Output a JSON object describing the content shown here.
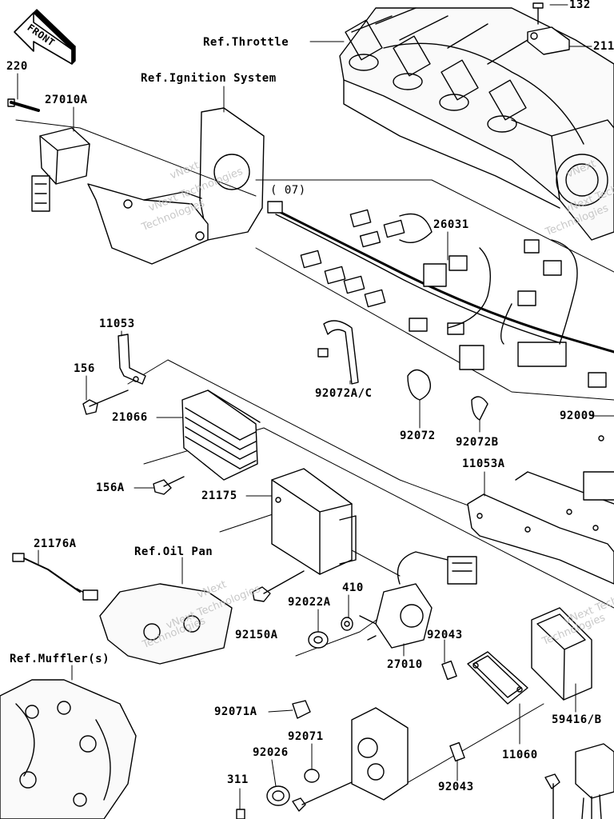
{
  "front_badge": "FRONT",
  "watermark": {
    "brand": "vNext",
    "line": "vNext Technologies",
    "tail": "Technologies"
  },
  "refs": {
    "throttle": "Ref.Throttle",
    "ignition": "Ref.Ignition System",
    "oil_pan": "Ref.Oil Pan",
    "muffler": "Ref.Muffler(s)"
  },
  "harness_note": "( 07)",
  "parts": {
    "p132": "132",
    "p211": "211",
    "p220": "220",
    "p27010A": "27010A",
    "p26031": "26031",
    "p11053": "11053",
    "p156": "156",
    "p21066": "21066",
    "p92072AC": "92072A/C",
    "p92072": "92072",
    "p92072B": "92072B",
    "p92009": "92009",
    "p156A": "156A",
    "p21175": "21175",
    "p11053A": "11053A",
    "p21176A": "21176A",
    "p410": "410",
    "p92022A": "92022A",
    "p92150A": "92150A",
    "p92043a": "92043",
    "p27010": "27010",
    "p59416B": "59416/B",
    "p92071A": "92071A",
    "p92071": "92071",
    "p92026": "92026",
    "p11060": "11060",
    "p92043b": "92043",
    "p311": "311"
  }
}
